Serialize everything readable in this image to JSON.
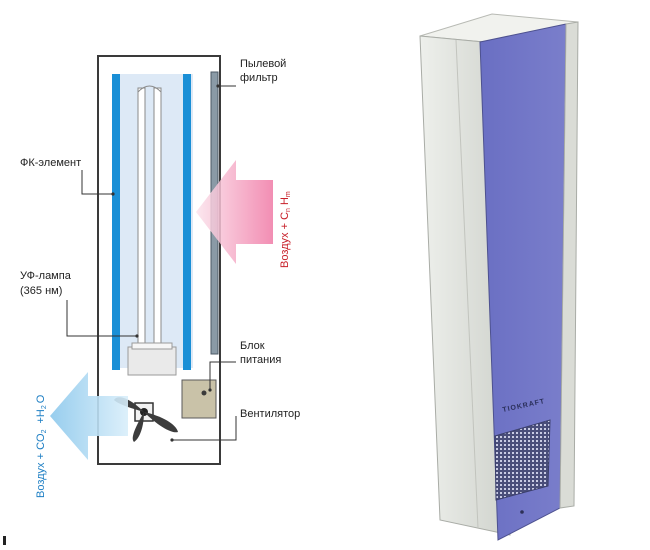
{
  "labels": {
    "dust_filter_line1": "Пылевой",
    "dust_filter_line2": "фильтр",
    "pk_element": "ФК-элемент",
    "uv_lamp_line1": "УФ-лампа",
    "uv_lamp_line2": "(365 нм)",
    "power_unit_line1": "Блок",
    "power_unit_line2": "питания",
    "fan": "Вентилятор"
  },
  "inflow": {
    "text": "Воздух + C",
    "sub1": "n",
    "mid": " H",
    "sub2": "m"
  },
  "outflow": {
    "text": "Воздух + CO",
    "sub1": "2",
    "mid": "+H",
    "sub2": "2",
    "end": "O"
  },
  "device": {
    "brand": "TIOKRAFT"
  },
  "colors": {
    "inflow_arrow": "#f4a9c4",
    "outflow_arrow": "#b7dcf2",
    "pk_element": "#1a8fd6",
    "panel_front": "#6f73c6",
    "housing": "#e2e4e0"
  }
}
